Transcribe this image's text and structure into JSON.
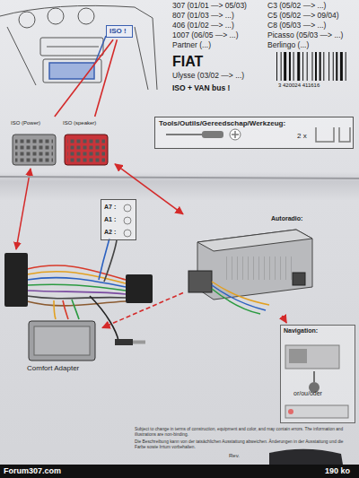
{
  "diagram": {
    "nodes": [
      {
        "text": [
          "ISO !"
        ]
      },
      {
        "text": [
          "ISO (Power)"
        ]
      },
      {
        "text": [
          "ISO (speaker)"
        ]
      },
      {
        "text": [
          "Tools/Outils/Gereedschap/Werkzeug:",
          "2 x"
        ]
      },
      {
        "text": [
          "A7 :",
          "A1 :",
          "A2 :"
        ]
      },
      {
        "text": [
          "Autoradio:"
        ]
      },
      {
        "text": [
          "Navigation:",
          "or/ou/oder"
        ]
      },
      {
        "text": [
          "Comfort Adapter"
        ]
      }
    ],
    "edges": [
      {
        "from": 0,
        "to": 1,
        "arrow": "none"
      },
      {
        "from": 0,
        "to": 2,
        "arrow": "none"
      },
      {
        "from": 2,
        "to": 5,
        "arrow": "both"
      },
      {
        "from": 5,
        "to": 6,
        "arrow": "to"
      },
      {
        "from": 5,
        "to": 7,
        "arrow": "to"
      }
    ],
    "labels": [
      "307 (01/01 —> 05/03)",
      "807 (01/03 —> ...)",
      "406 (01/02 —> ...)",
      "1007 (06/05 —> ...)",
      "Partner (...)",
      "C3 (05/02 —> ...)",
      "C5 (05/02 —> 09/04)",
      "C8 (05/03 —> ...)",
      "Picasso (05/03 —> ...)",
      "Berlingo (...)",
      "FIAT",
      "Ulysse (03/02 —> ...)",
      "ISO + VAN bus !",
      "3 420024 411616",
      "Subject to change in terms of construction, equipment and color, and may contain errors. The information and illustrations are non-binding.",
      "Die Beschreibung kann von der tatsächlichen Ausstattung abweichen. Änderungen in der Ausstattung und die Farbe sowie Irrtum vorbehalten.",
      "Rev.",
      "Forum307.com",
      "190 ko"
    ]
  }
}
